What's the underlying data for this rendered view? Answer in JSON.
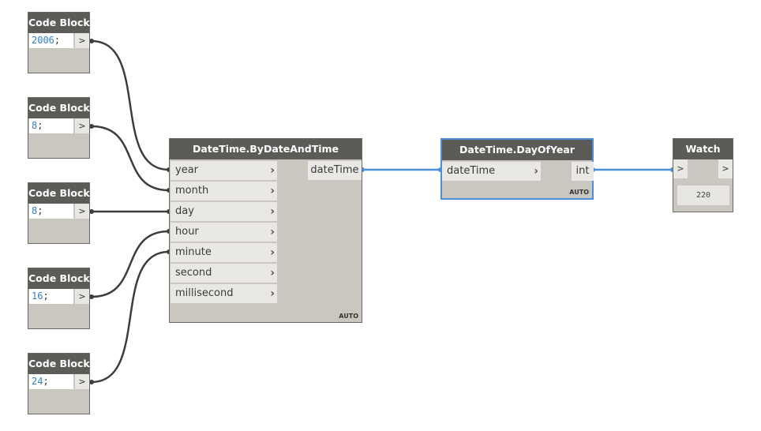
{
  "code_blocks": [
    {
      "title": "Code Block",
      "value": "2006",
      "suffix": ";",
      "out": ">"
    },
    {
      "title": "Code Block",
      "value": "8",
      "suffix": ";",
      "out": ">"
    },
    {
      "title": "Code Block",
      "value": "8",
      "suffix": ";",
      "out": ">"
    },
    {
      "title": "Code Block",
      "value": "16",
      "suffix": ";",
      "out": ">"
    },
    {
      "title": "Code Block",
      "value": "24",
      "suffix": ";",
      "out": ">"
    }
  ],
  "by_date_and_time": {
    "title": "DateTime.ByDateAndTime",
    "inputs": [
      "year",
      "month",
      "day",
      "hour",
      "minute",
      "second",
      "millisecond"
    ],
    "output": "dateTime",
    "lacing": "AUTO"
  },
  "day_of_year": {
    "title": "DateTime.DayOfYear",
    "input": "dateTime",
    "output": "int",
    "lacing": "AUTO"
  },
  "watch": {
    "title": "Watch",
    "in": ">",
    "out": ">",
    "value": "220"
  },
  "colors": {
    "wire_default": "#3d3d3d",
    "wire_selected": "#4a90d9",
    "node_body": "#cac6c0",
    "node_header": "#5d5b58"
  }
}
